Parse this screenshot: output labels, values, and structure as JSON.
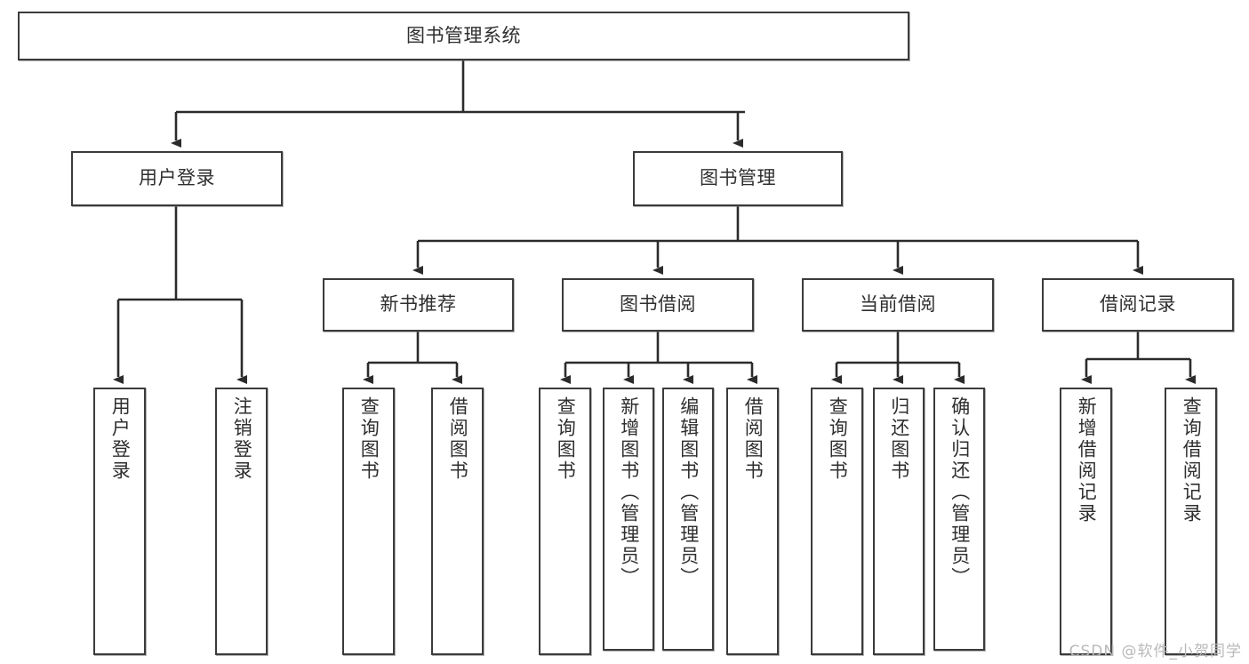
{
  "diagram": {
    "type": "tree-hierarchy",
    "title": "图书管理系统",
    "watermark": "CSDN @软件_小贺同学",
    "colors": {
      "box_border": "#3b3b3b",
      "box_fill": "#ffffff",
      "line": "#2b2b2b",
      "text": "#2f2f2f",
      "watermark": "#b9b9b9"
    },
    "nodes": {
      "root": {
        "label": "图书管理系统"
      },
      "level2": [
        {
          "id": "user-login",
          "label": "用户登录"
        },
        {
          "id": "book-manage",
          "label": "图书管理"
        }
      ],
      "level3": [
        {
          "id": "new-book-recommend",
          "label": "新书推荐"
        },
        {
          "id": "book-borrow",
          "label": "图书借阅"
        },
        {
          "id": "current-borrow",
          "label": "当前借阅"
        },
        {
          "id": "borrow-record",
          "label": "借阅记录"
        }
      ],
      "leaves": {
        "user-login": [
          {
            "id": "leaf-user-login",
            "label": "用户登录"
          },
          {
            "id": "leaf-user-logout",
            "label": "注销登录"
          }
        ],
        "new-book-recommend": [
          {
            "id": "leaf-query-book-1",
            "label": "查询图书"
          },
          {
            "id": "leaf-borrow-book-1",
            "label": "借阅图书"
          }
        ],
        "book-borrow": [
          {
            "id": "leaf-query-book-2",
            "label": "查询图书"
          },
          {
            "id": "leaf-add-book",
            "label": "新增图书（管理员）"
          },
          {
            "id": "leaf-edit-book",
            "label": "编辑图书（管理员）"
          },
          {
            "id": "leaf-borrow-book-2",
            "label": "借阅图书"
          }
        ],
        "current-borrow": [
          {
            "id": "leaf-query-book-3",
            "label": "查询图书"
          },
          {
            "id": "leaf-return-book",
            "label": "归还图书"
          },
          {
            "id": "leaf-confirm-return",
            "label": "确认归还（管理员）"
          }
        ],
        "borrow-record": [
          {
            "id": "leaf-add-record",
            "label": "新增借阅记录"
          },
          {
            "id": "leaf-query-record",
            "label": "查询借阅记录"
          }
        ]
      }
    }
  }
}
